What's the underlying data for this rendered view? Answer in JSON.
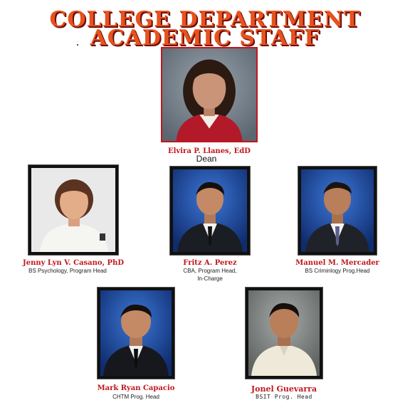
{
  "header": {
    "line1": "COLLEGE DEPARTMENT",
    "line2": "ACADEMIC STAFF"
  },
  "colors": {
    "title": "#e8521c",
    "name": "#c0161c",
    "photo_bg_blue": "#1f4fa8"
  },
  "staff": [
    {
      "name": "Elvira P. Llanes, EdD",
      "role": "Dean"
    },
    {
      "name": "Jenny Lyn V. Casano, PhD",
      "role": "BS Psychology, Program Head"
    },
    {
      "name": "Fritz A. Perez",
      "role_line1": "CBA, Program Head,",
      "role_line2": "In-Charge"
    },
    {
      "name": "Manuel M. Mercader",
      "role": "BS Criminlogy Prog.Head"
    },
    {
      "name": "Mark Ryan Capacio",
      "role": "CHTM Prog. Head"
    },
    {
      "name": "Jonel Guevarra",
      "role": "BSIT Prog. Head"
    }
  ]
}
